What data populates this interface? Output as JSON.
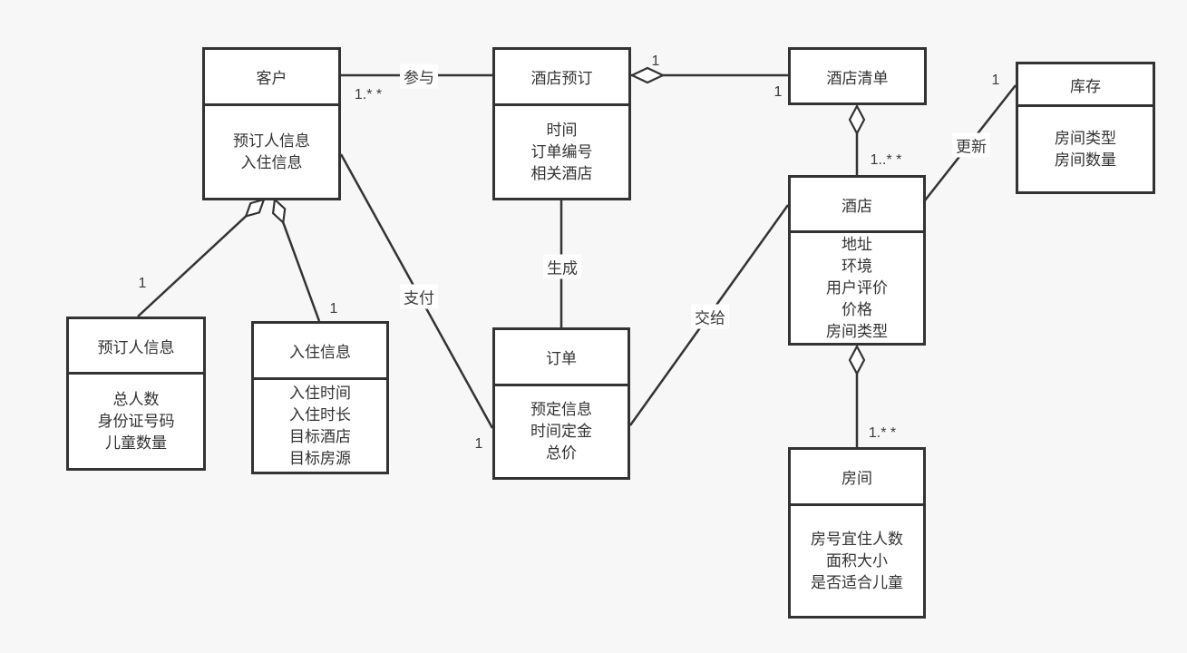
{
  "diagram": {
    "background_color": "#f7f7f7",
    "box_fill_color": "#ffffff",
    "line_color": "#333333",
    "classes": {
      "customer": {
        "title": "客户",
        "attributes": [
          "预订人信息",
          "入住信息"
        ]
      },
      "booking": {
        "title": "酒店预订",
        "attributes": [
          "时间",
          "订单编号",
          "相关酒店"
        ]
      },
      "hotel_list": {
        "title": "酒店清单",
        "attributes": []
      },
      "inventory": {
        "title": "库存",
        "attributes": [
          "房间类型",
          "房间数量"
        ]
      },
      "hotel": {
        "title": "酒店",
        "attributes": [
          "地址",
          "环境",
          "用户评价",
          "价格",
          "房间类型"
        ]
      },
      "booker_info": {
        "title": "预订人信息",
        "attributes": [
          "总人数",
          "身份证号码",
          "儿童数量"
        ]
      },
      "checkin_info": {
        "title": "入住信息",
        "attributes": [
          "入住时间",
          "入住时长",
          "目标酒店",
          "目标房源"
        ]
      },
      "order": {
        "title": "订单",
        "attributes": [
          "预定信息",
          "时间定金",
          "总价"
        ]
      },
      "room": {
        "title": "房间",
        "attributes": [
          "房号宜住人数",
          "面积大小",
          "是否适合儿童"
        ]
      }
    },
    "edge_labels": {
      "participate": "参与",
      "generate": "生成",
      "pay": "支付",
      "hand_over": "交给",
      "update": "更新"
    },
    "multiplicities": {
      "customer_booking": "1.* *",
      "booking_diamond": "1",
      "hotel_list_left": "1",
      "hotel_top": "1..* *",
      "room_top": "1.* *",
      "inventory_left": "1",
      "booker_info_top": "1",
      "checkin_info_top": "1",
      "order_left": "1"
    }
  }
}
